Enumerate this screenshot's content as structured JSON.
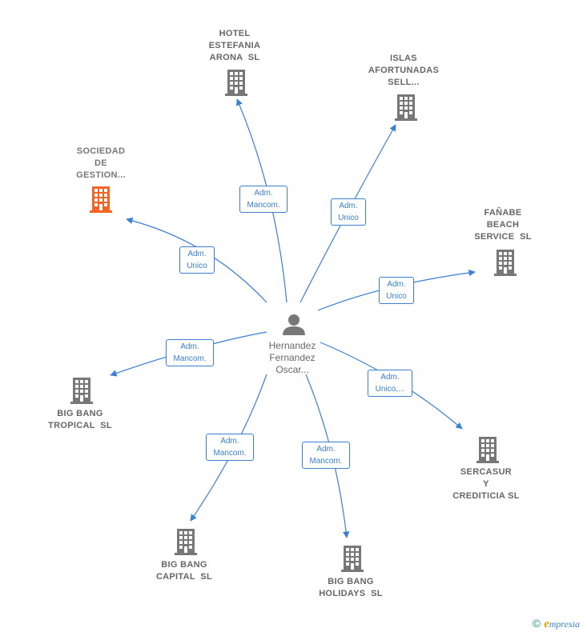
{
  "colors": {
    "edge": "#3a7fd5",
    "building": "#777777",
    "building_accent": "#f26522",
    "person": "#777777",
    "label": "#666666"
  },
  "center": {
    "icon": "person-icon",
    "label_lines": [
      "Hernandez",
      "Fernandez",
      "Oscar..."
    ]
  },
  "companies": [
    {
      "id": "hotel-estefania",
      "label_lines": [
        "HOTEL",
        "ESTEFANIA",
        "ARONA  SL"
      ],
      "icon": "building-icon",
      "accent": false
    },
    {
      "id": "islas-afortunadas",
      "label_lines": [
        "ISLAS",
        "AFORTUNADAS",
        "SELL..."
      ],
      "icon": "building-icon",
      "accent": false
    },
    {
      "id": "sociedad-gestion",
      "label_lines": [
        "SOCIEDAD",
        "DE",
        "GESTION..."
      ],
      "icon": "building-icon",
      "accent": true
    },
    {
      "id": "fanabe-beach",
      "label_lines": [
        "FAÑABE",
        "BEACH",
        "SERVICE  SL"
      ],
      "icon": "building-icon",
      "accent": false
    },
    {
      "id": "big-bang-tropical",
      "label_lines": [
        "BIG BANG",
        "TROPICAL  SL"
      ],
      "icon": "building-icon",
      "accent": false
    },
    {
      "id": "sercasur",
      "label_lines": [
        "SERCASUR",
        "Y",
        "CREDITICIA SL"
      ],
      "icon": "building-icon",
      "accent": false
    },
    {
      "id": "big-bang-capital",
      "label_lines": [
        "BIG BANG",
        "CAPITAL  SL"
      ],
      "icon": "building-icon",
      "accent": false
    },
    {
      "id": "big-bang-holidays",
      "label_lines": [
        "BIG BANG",
        "HOLIDAYS  SL"
      ],
      "icon": "building-icon",
      "accent": false
    }
  ],
  "edges": [
    {
      "to": "hotel-estefania",
      "label_lines": [
        "Adm.",
        "Mancom."
      ]
    },
    {
      "to": "islas-afortunadas",
      "label_lines": [
        "Adm.",
        "Unico"
      ]
    },
    {
      "to": "sociedad-gestion",
      "label_lines": [
        "Adm.",
        "Unico"
      ]
    },
    {
      "to": "fanabe-beach",
      "label_lines": [
        "Adm.",
        "Unico"
      ]
    },
    {
      "to": "big-bang-tropical",
      "label_lines": [
        "Adm.",
        "Mancom."
      ]
    },
    {
      "to": "sercasur",
      "label_lines": [
        "Adm.",
        "Unico,..."
      ]
    },
    {
      "to": "big-bang-capital",
      "label_lines": [
        "Adm.",
        "Mancom."
      ]
    },
    {
      "to": "big-bang-holidays",
      "label_lines": [
        "Adm.",
        "Mancom."
      ]
    }
  ],
  "brand": {
    "copyright": "©",
    "initial": "e",
    "name": "mpresia"
  }
}
